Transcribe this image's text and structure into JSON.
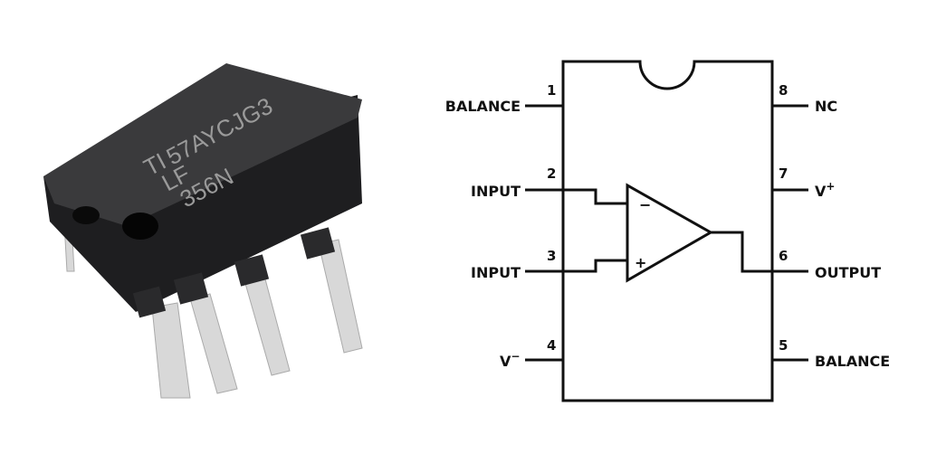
{
  "photo": {
    "chip_marking": {
      "line1": "57AYCJG3",
      "line2": "LF",
      "line3": "356N"
    },
    "logo": "TI"
  },
  "diagram": {
    "left_pins": [
      {
        "number": "1",
        "label": "BALANCE"
      },
      {
        "number": "2",
        "label": "INPUT"
      },
      {
        "number": "3",
        "label": "INPUT"
      },
      {
        "number": "4",
        "label": "V",
        "sup": "−"
      }
    ],
    "right_pins": [
      {
        "number": "8",
        "label": "NC"
      },
      {
        "number": "7",
        "label": "V",
        "sup": "+"
      },
      {
        "number": "6",
        "label": "OUTPUT"
      },
      {
        "number": "5",
        "label": "BALANCE"
      }
    ],
    "opamp": {
      "inverting": "−",
      "noninverting": "+"
    }
  }
}
